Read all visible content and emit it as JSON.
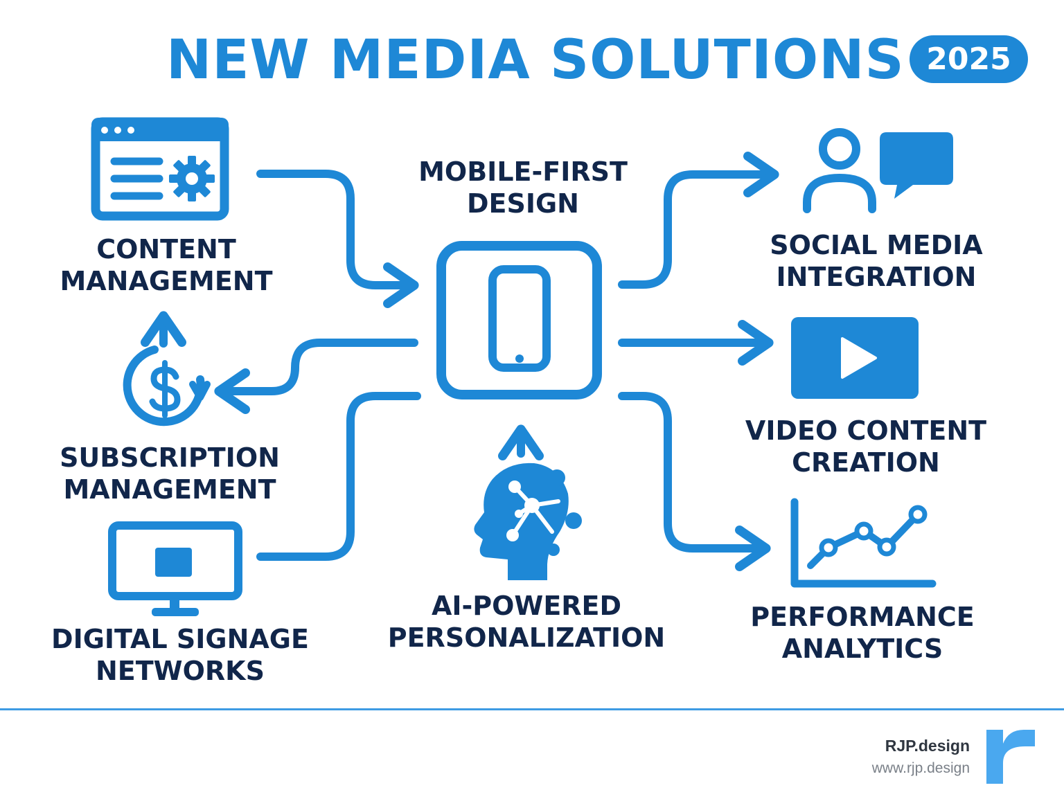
{
  "header": {
    "title": "NEW MEDIA SOLUTIONS",
    "year": "2025"
  },
  "center": {
    "label_line1": "MOBILE-FIRST",
    "label_line2": "DESIGN",
    "icon": "smartphone-icon"
  },
  "nodes": {
    "content_management": {
      "line1": "CONTENT",
      "line2": "MANAGEMENT",
      "icon": "browser-settings-icon"
    },
    "subscription_management": {
      "line1": "SUBSCRIPTION",
      "line2": "MANAGEMENT",
      "icon": "dollar-cycle-icon"
    },
    "digital_signage": {
      "line1": "DIGITAL SIGNAGE",
      "line2": "NETWORKS",
      "icon": "monitor-icon"
    },
    "ai_personalization": {
      "line1": "AI-POWERED",
      "line2": "PERSONALIZATION",
      "icon": "ai-head-icon"
    },
    "social_media": {
      "line1": "SOCIAL MEDIA",
      "line2": "INTEGRATION",
      "icon": "user-chat-icon"
    },
    "video_content": {
      "line1": "VIDEO CONTENT",
      "line2": "CREATION",
      "icon": "video-play-icon"
    },
    "performance_analytics": {
      "line1": "PERFORMANCE",
      "line2": "ANALYTICS",
      "icon": "line-chart-icon"
    }
  },
  "footer": {
    "brand": "RJP.design",
    "url": "www.rjp.design",
    "logo": "rjp-logo-icon"
  },
  "colors": {
    "accent": "#1e88d6",
    "text": "#11264a",
    "logo": "#4aa8ef"
  }
}
